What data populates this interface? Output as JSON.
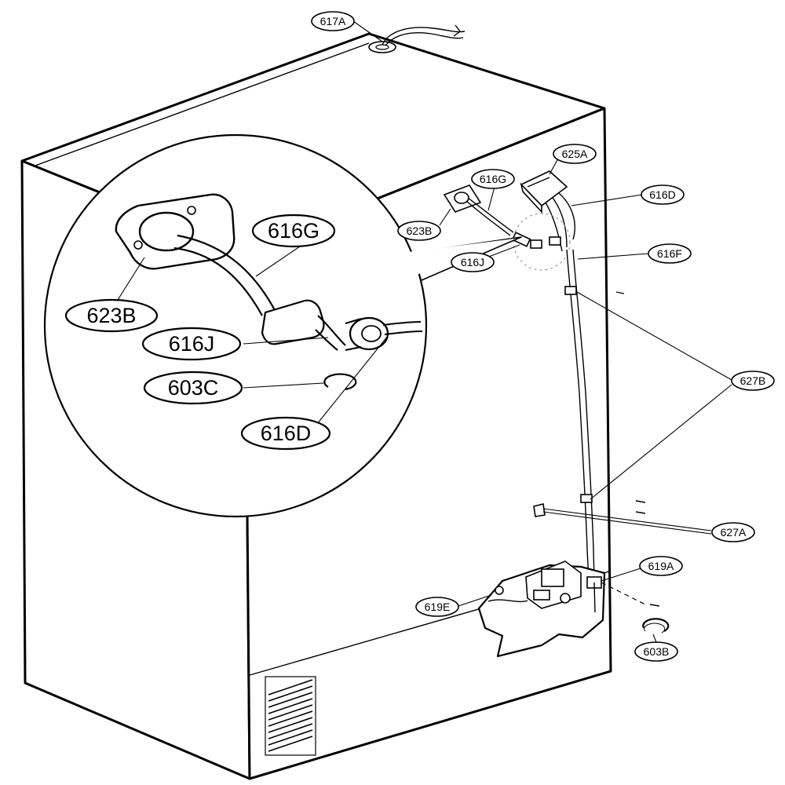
{
  "palette": {
    "line": "#000000",
    "background": "#ffffff",
    "magnifier_fill": "#ffffff"
  },
  "labels": {
    "l617A": "617A",
    "l625A": "625A",
    "l616G": "616G",
    "l616D": "616D",
    "l623B": "623B",
    "l616J": "616J",
    "l616F": "616F",
    "l627B": "627B",
    "l627A": "627A",
    "l619A": "619A",
    "l619E": "619E",
    "l603B": "603B"
  },
  "detail_labels": {
    "d616G": "616G",
    "d623B": "623B",
    "d616J": "616J",
    "d603C": "603C",
    "d616D": "616D"
  },
  "icons": {
    "cabinet": "refrigerator-cabinet-icon",
    "magnifier": "magnified-detail-circle",
    "valve": "water-valve-icon"
  }
}
